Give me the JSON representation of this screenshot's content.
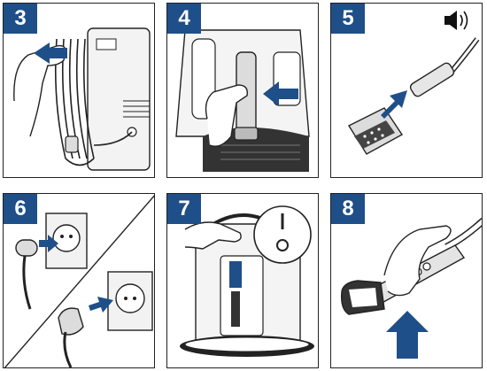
{
  "steps": [
    {
      "number": "3"
    },
    {
      "number": "4"
    },
    {
      "number": "5"
    },
    {
      "number": "6"
    },
    {
      "number": "7"
    },
    {
      "number": "8"
    }
  ],
  "colors": {
    "badge": "#1f4f88",
    "arrow": "#1f4f88",
    "line": "#222222",
    "fill_light": "#eeeeee",
    "fill_mid": "#cccccc"
  },
  "icons": {
    "step3": "hose-unwrap-icon",
    "step4": "tool-remove-icon",
    "step5": "speaker-click-icon",
    "step6": "power-plug-icon",
    "step7": "power-switch-icon",
    "step8": "spray-trigger-icon"
  }
}
